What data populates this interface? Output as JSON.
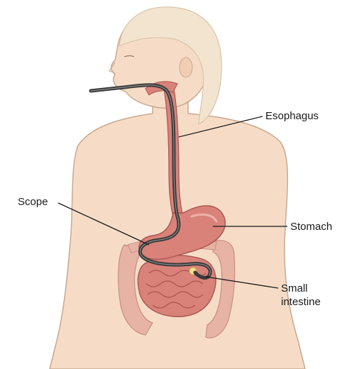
{
  "labels": {
    "esophagus": "Esophagus",
    "scope": "Scope",
    "stomach": "Stomach",
    "small_intestine_line1": "Small",
    "small_intestine_line2": "intestine"
  },
  "colors": {
    "skin": "#f6dcc6",
    "skin_outline": "#c9a88f",
    "hair": "#f3e4cf",
    "organ": "#d9827a",
    "organ_dark": "#b85f5a",
    "colon": "#e7b3a4",
    "scope": "#3a3a3a",
    "leader": "#1a1a1a"
  }
}
